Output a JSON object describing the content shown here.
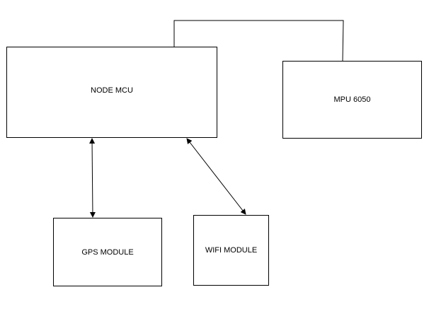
{
  "diagram": {
    "nodes": {
      "node_mcu": {
        "label": "NODE MCU"
      },
      "mpu": {
        "label": "MPU 6050"
      },
      "gps": {
        "label": "GPS MODULE"
      },
      "wifi": {
        "label": "WIFI MODULE"
      }
    },
    "edges": [
      {
        "from": "node_mcu",
        "to": "mpu",
        "type": "line"
      },
      {
        "from": "node_mcu",
        "to": "gps",
        "type": "bidirectional-arrow"
      },
      {
        "from": "node_mcu",
        "to": "wifi",
        "type": "bidirectional-arrow"
      }
    ],
    "colors": {
      "stroke": "#000000",
      "background": "#ffffff",
      "text": "#000000"
    }
  }
}
